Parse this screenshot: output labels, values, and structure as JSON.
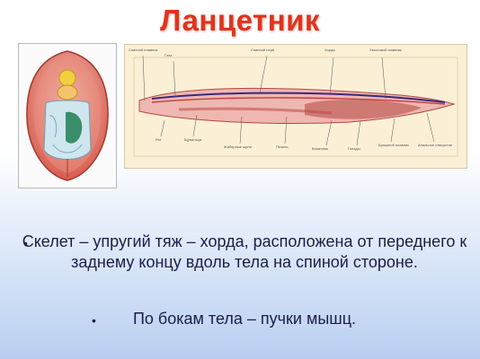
{
  "slide": {
    "title": "Ланцетник",
    "bullet_marker": "•",
    "bullets": [
      "Скелет – упругий тяж – хорда, расположена от переднего к заднему концу вдоль тела на спиной стороне.",
      "По бокам тела – пучки мышц."
    ]
  },
  "figure": {
    "labels_top": [
      "Спинной плавник",
      "Глаз",
      "Спинной нерв",
      "Хорда",
      "Хвостовой плавник"
    ],
    "labels_bottom": [
      "Рот",
      "Щупальца",
      "Жаберные щели",
      "Печень",
      "Кишечник",
      "Гонады",
      "Брюшной плавник",
      "Анальное отверстие"
    ]
  },
  "colors": {
    "title": "#e0341c",
    "text": "#1d1d4a",
    "body_pink": "#e9a3a0",
    "body_dark": "#a02b2b"
  }
}
